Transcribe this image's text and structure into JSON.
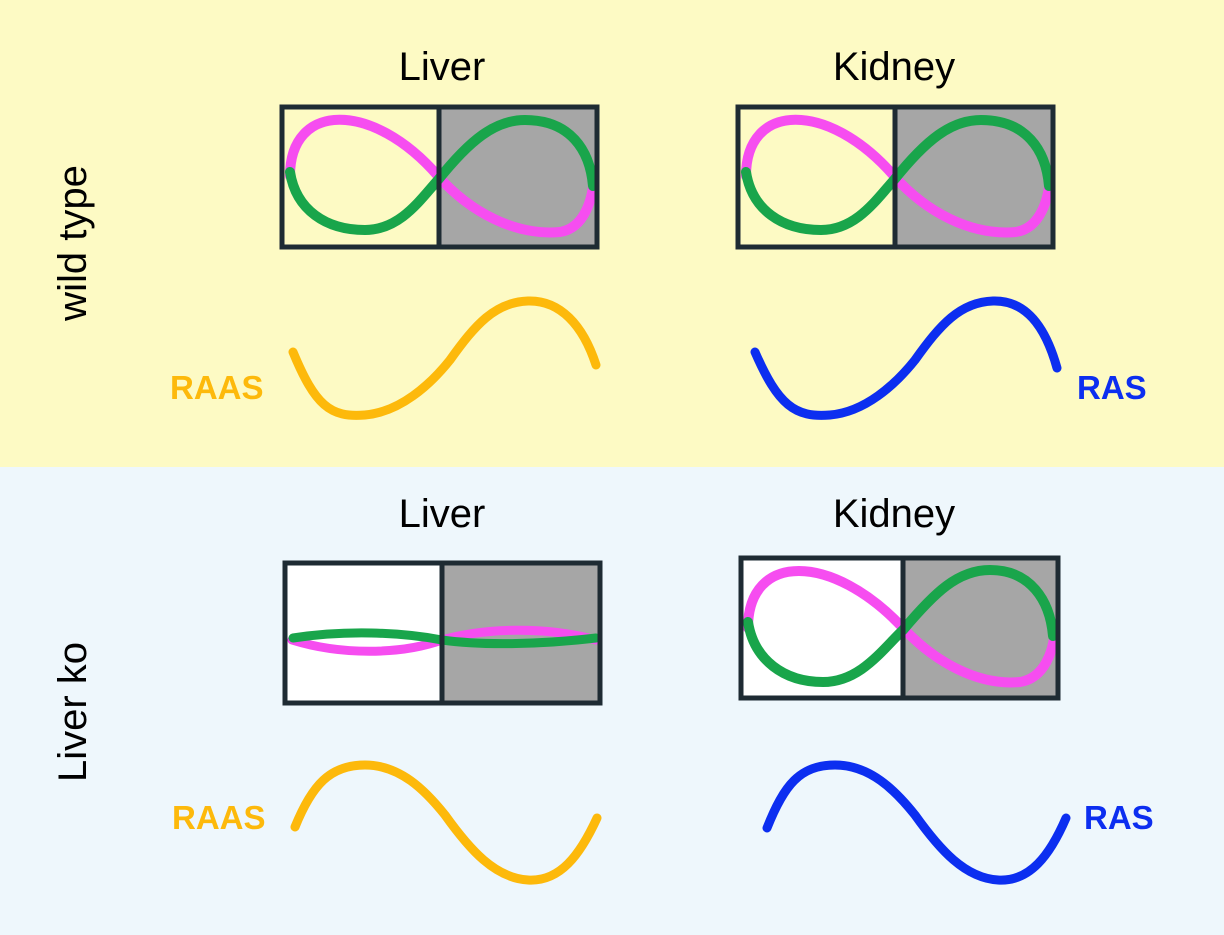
{
  "panels": {
    "wild_type": {
      "row_label": "wild type",
      "liver_title": "Liver",
      "kidney_title": "Kidney",
      "liver_signal": "RAAS",
      "kidney_signal": "RAS"
    },
    "liver_ko": {
      "row_label": "Liver ko",
      "liver_title": "Liver",
      "kidney_title": "Kidney",
      "liver_signal": "RAAS",
      "kidney_signal": "RAS"
    }
  },
  "colors": {
    "wild_type_bg": "#fdfac4",
    "liver_ko_bg": "#eef7fc",
    "box_frame": "#1e2b33",
    "dark_phase": "#a6a6a6",
    "light_phase_wt": "#fdfac4",
    "light_phase_ko": "#ffffff",
    "pink_curve": "#f64df0",
    "green_curve": "#19a54b",
    "raas": "#fdb90b",
    "ras": "#0c2ef0"
  }
}
